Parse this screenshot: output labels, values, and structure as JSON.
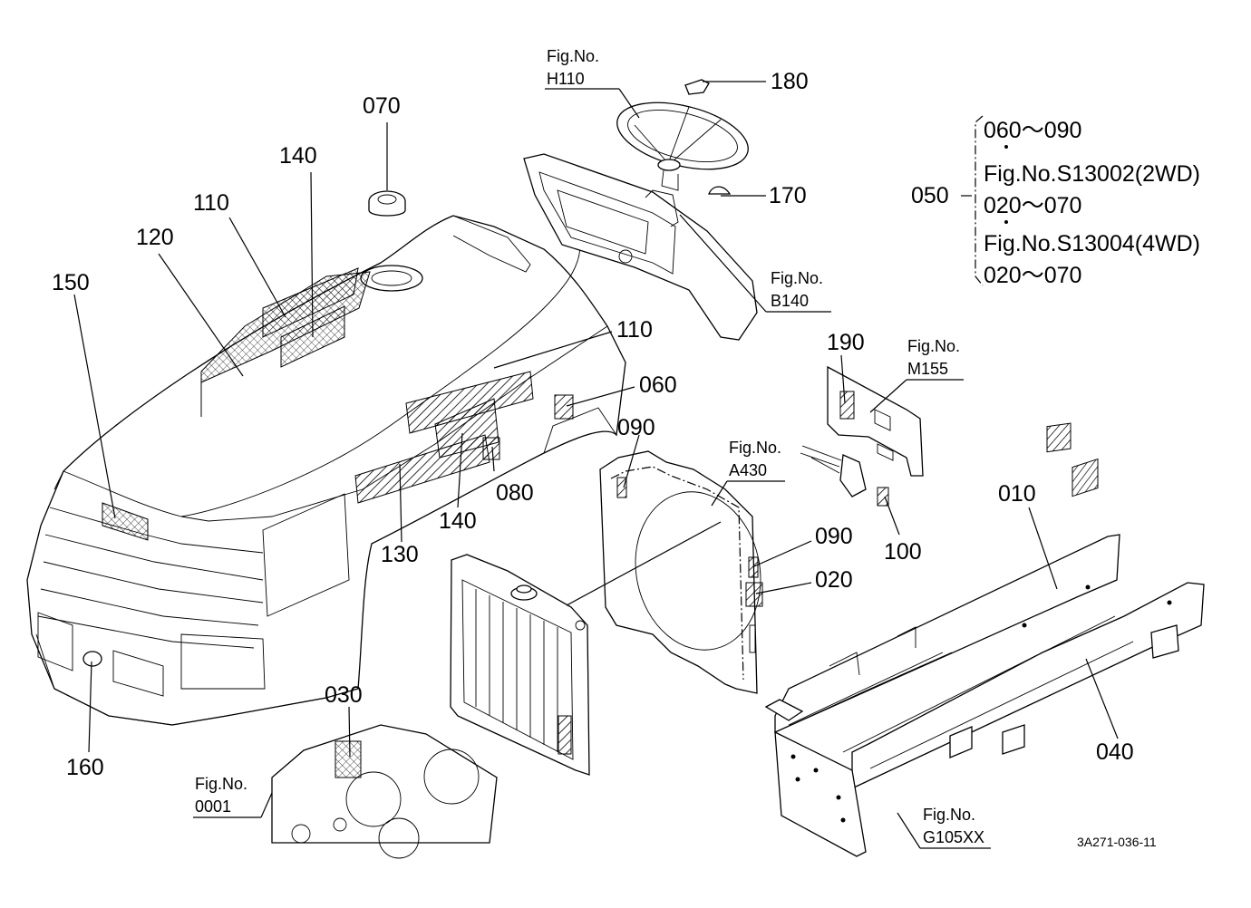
{
  "callouts": {
    "c180": "180",
    "c170": "170",
    "c070": "070",
    "c140a": "140",
    "c110a": "110",
    "c120": "120",
    "c150": "150",
    "c110b": "110",
    "c060": "060",
    "c090a": "090",
    "c080": "080",
    "c140b": "140",
    "c130": "130",
    "c190": "190",
    "c100": "100",
    "c090b": "090",
    "c020": "020",
    "c010": "010",
    "c040": "040",
    "c030": "030",
    "c160": "160"
  },
  "figrefs": {
    "h110": {
      "line1": "Fig.No.",
      "line2": "H110"
    },
    "b140": {
      "line1": "Fig.No.",
      "line2": "B140"
    },
    "m155": {
      "line1": "Fig.No.",
      "line2": "M155"
    },
    "a430": {
      "line1": "Fig.No.",
      "line2": "A430"
    },
    "f0001": {
      "line1": "Fig.No.",
      "line2": "0001"
    },
    "g105": {
      "line1": "Fig.No.",
      "line2": "G105XX"
    }
  },
  "assembly_note": {
    "ref": "050",
    "lines": [
      "060～090",
      "Fig.No.S13002(2WD)",
      "020～070",
      "Fig.No.S13004(4WD)",
      "020～070"
    ]
  },
  "drawing_code": "3A271-036-11"
}
